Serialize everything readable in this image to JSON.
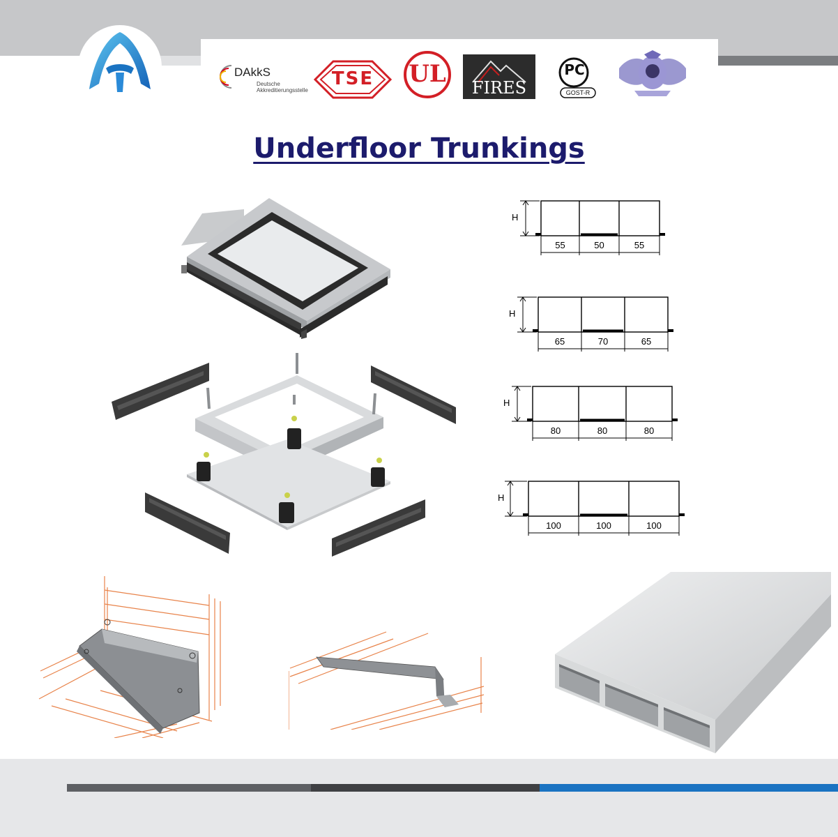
{
  "header": {
    "certifications": [
      {
        "name": "DAkkS",
        "subtitle_line1": "Deutsche",
        "subtitle_line2": "Akkreditierungsstelle",
        "icon": "dakks-logo"
      },
      {
        "name": "TSE",
        "icon": "tse-logo"
      },
      {
        "name": "UL",
        "icon": "ul-logo"
      },
      {
        "name": "FIRES",
        "icon": "fires-logo"
      },
      {
        "name": "PC",
        "subtitle": "GOST-R",
        "icon": "gost-r-logo"
      },
      {
        "icon": "crest-logo"
      }
    ]
  },
  "title": "Underfloor Trunkings",
  "diagrams": [
    {
      "height_label": "H",
      "widths": [
        "55",
        "50",
        "55"
      ]
    },
    {
      "height_label": "H",
      "widths": [
        "65",
        "70",
        "65"
      ]
    },
    {
      "height_label": "H",
      "widths": [
        "80",
        "80",
        "80"
      ]
    },
    {
      "height_label": "H",
      "widths": [
        "100",
        "100",
        "100"
      ]
    }
  ],
  "colors": {
    "title": "#1c1b6c",
    "brand_blue": "#2a7fd4",
    "footer_dark": "#3f4043",
    "footer_mid": "#5e6064",
    "footer_blue": "#1a73c2"
  }
}
